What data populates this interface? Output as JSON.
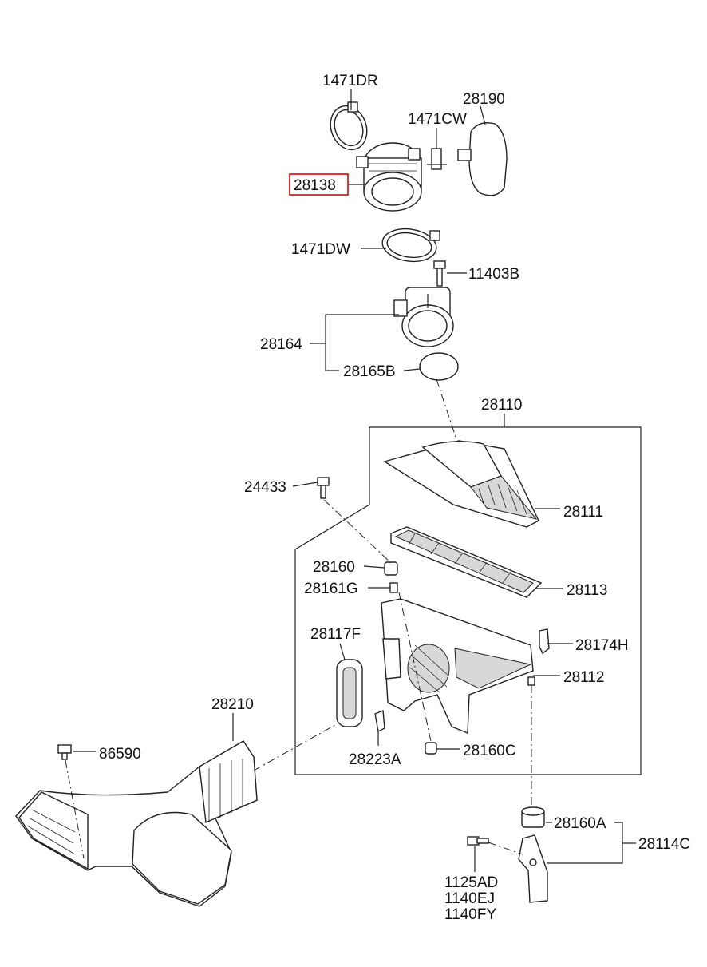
{
  "labels": {
    "p1471DR": "1471DR",
    "p28190": "28190",
    "p1471CW": "1471CW",
    "p28138": "28138",
    "p1471DW": "1471DW",
    "p11403B": "11403B",
    "p28164": "28164",
    "p28165B": "28165B",
    "p28110": "28110",
    "p24433": "24433",
    "p28111": "28111",
    "p28160": "28160",
    "p28161G": "28161G",
    "p28113": "28113",
    "p28117F": "28117F",
    "p28174H": "28174H",
    "p28112": "28112",
    "p28210": "28210",
    "p86590": "86590",
    "p28223A": "28223A",
    "p28160C": "28160C",
    "p28160A": "28160A",
    "p28114C": "28114C",
    "p1125AD": "1125AD",
    "p1140EJ": "1140EJ",
    "p1140FY": "1140FY"
  },
  "highlight": {
    "part": "28138",
    "color": "#e00000"
  }
}
